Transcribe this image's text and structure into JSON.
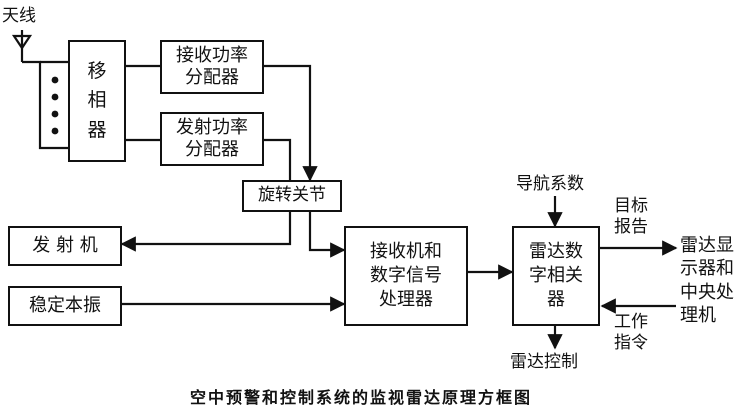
{
  "antenna_label": "天线",
  "phase_shifter": "移\n相\n器",
  "rx_power_divider": "接收功率\n分配器",
  "tx_power_divider": "发射功率\n分配器",
  "rotary_joint": "旋转关节",
  "transmitter": "发 射 机",
  "stalo": "稳定本振",
  "receiver_processor": "接收机和\n数字信号\n处理器",
  "correlator": "雷达数\n字相关\n器",
  "nav_system": "导航系数",
  "target_report": "目标\n报告",
  "display_center": "雷达显\n示器和\n中央处\n理机",
  "work_command": "工作\n指令",
  "radar_control": "雷达控制",
  "caption": "空中预警和控制系统的监视雷达原理方框图"
}
